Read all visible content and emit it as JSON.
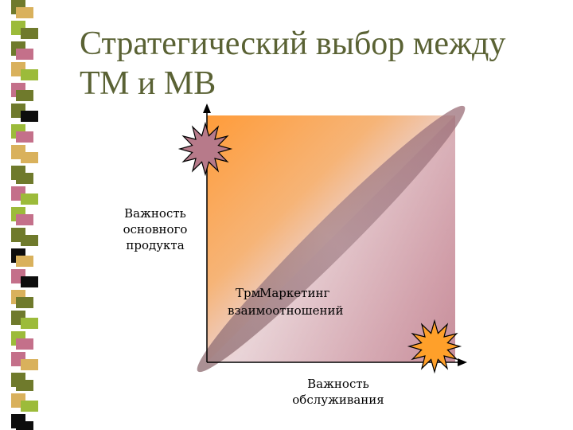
{
  "title": {
    "line1": "Стратегический выбор между",
    "line2": "ТМ и МВ"
  },
  "diagram": {
    "y_label": [
      "Важность",
      "основного",
      "продукта"
    ],
    "x_label": [
      "Важность",
      "обслуживания"
    ],
    "center_label_a": "Трм",
    "center_label_b": "Маркетинг",
    "center_label_c": "взаимоотношений"
  },
  "colors": {
    "title": "#5a6234",
    "strip_olive": "#6f7a2c",
    "strip_green": "#9cbb3a",
    "strip_tan": "#d9b15c",
    "strip_pink": "#c4708a",
    "strip_black": "#0d0d0d",
    "star_pink": "#b77a8a",
    "star_orange": "#ffa02a",
    "gradient_orange": "#ff9c3a",
    "gradient_mauve": "#c58b98"
  }
}
